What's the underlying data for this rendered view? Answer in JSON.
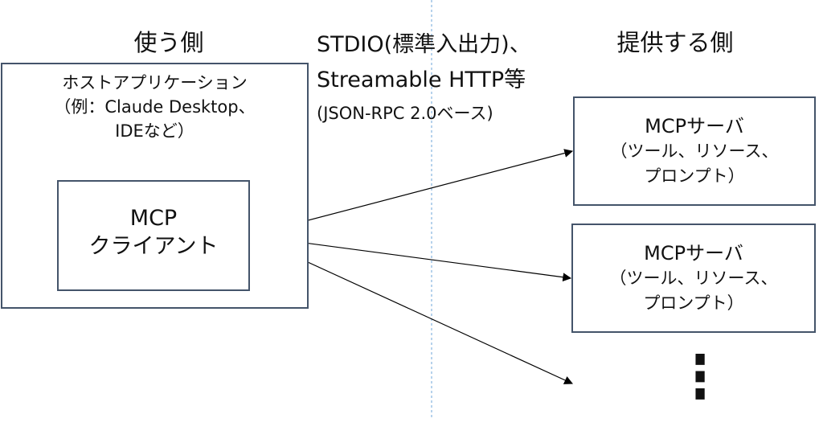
{
  "user_side": {
    "heading": "使う側",
    "host_app": {
      "lines": [
        "ホストアプリケーション",
        "（例：Claude Desktop、",
        "IDEなど）"
      ]
    },
    "client": {
      "lines": [
        "MCP",
        "クライアント"
      ]
    }
  },
  "transport": {
    "lines": [
      "STDIO(標準入出力)、",
      "Streamable HTTP等",
      "(JSON-RPC 2.0ベース)"
    ]
  },
  "provider_side": {
    "heading": "提供する側",
    "servers": [
      {
        "lines": [
          "MCPサーバ",
          "（ツール、リソース、",
          "プロンプト）"
        ]
      },
      {
        "lines": [
          "MCPサーバ",
          "（ツール、リソース、",
          "プロンプト）"
        ]
      }
    ],
    "ellipsis": "⋮"
  },
  "colors": {
    "box_border": "#44546a",
    "divider": "#9dc3e6",
    "arrow": "#000000"
  }
}
